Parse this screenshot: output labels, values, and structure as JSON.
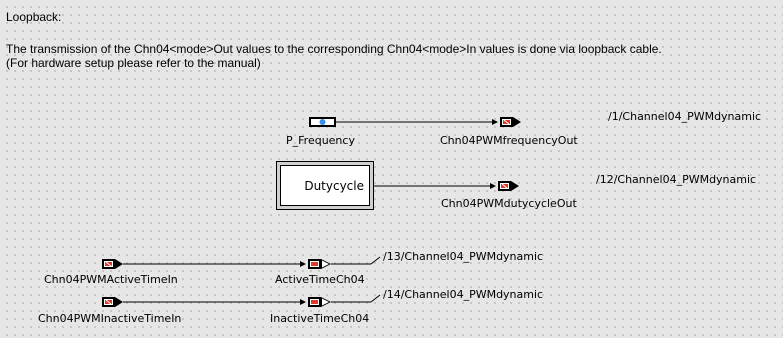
{
  "header": {
    "title": "Loopback:",
    "line1": "The transmission of the Chn04<mode>Out values to the corresponding Chn04<mode>In  values is done via loopback cable.",
    "line2": "(For hardware setup please refer to the manual)"
  },
  "blocks": {
    "p_frequency": "P_Frequency",
    "freq_out": "Chn04PWMfrequencyOut",
    "freq_path": "/1/Channel04_PWMdynamic",
    "dutycycle": "Dutycycle",
    "duty_out": "Chn04PWMdutycycleOut",
    "duty_path": "/12/Channel04_PWMdynamic",
    "active_in": "Chn04PWMActiveTimeIn",
    "active_out": "ActiveTimeCh04",
    "active_path": "/13/Channel04_PWMdynamic",
    "inactive_in": "Chn04PWMInactiveTimeIn",
    "inactive_out": "InactiveTimeCh04",
    "inactive_path": "/14/Channel04_PWMdynamic"
  },
  "colors": {
    "background": "#e6e6e6",
    "port_red": "#e03a2a",
    "port_blue": "#3a8ee8"
  }
}
